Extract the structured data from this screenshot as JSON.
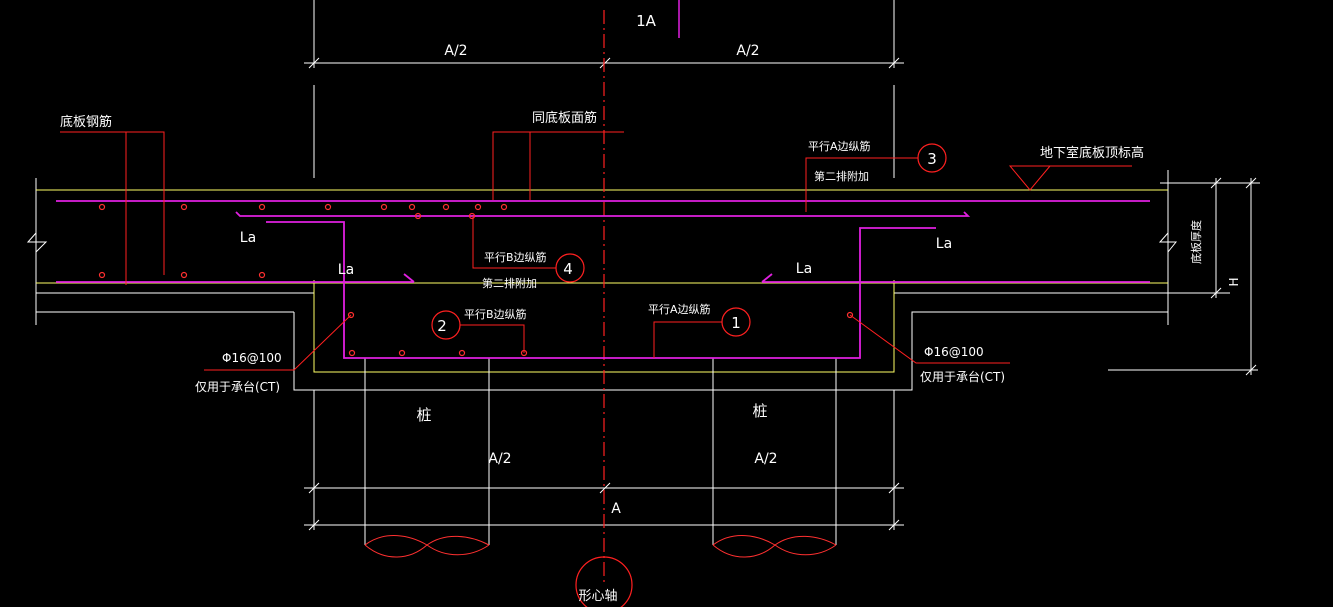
{
  "colors": {
    "background": "#000000",
    "dimension": "#ffffff",
    "rebar": "#e020e0",
    "leader": "#ff2020",
    "slab_top": "#ffff66",
    "cap_outline": "#ffff66"
  },
  "labels": {
    "top_section": "1A",
    "half_span_left": "A/2",
    "half_span_right": "A/2",
    "half_span_bottom_left": "A/2",
    "half_span_bottom_right": "A/2",
    "full_span": "A",
    "floor_rebar": "底板钢筋",
    "same_as_slab_top_rebar": "同底板面筋",
    "parallel_a_edge_rebar": "平行A边纵筋",
    "second_row_addition": "第二排附加",
    "basement_floor_top_elev": "地下室底板顶标高",
    "parallel_b_edge_rebar": "平行B边纵筋",
    "slab_thickness": "底板厚度",
    "height": "H",
    "anchorage_left_top": "La",
    "anchorage_left_mid": "La",
    "anchorage_right_mid": "La",
    "anchorage_right_top": "La",
    "stirrup_left": "Φ16@100",
    "stirrup_left_note": "仅用于承台(CT)",
    "stirrup_right": "Φ16@100",
    "stirrup_right_note": "仅用于承台(CT)",
    "pile_left": "桩",
    "pile_right": "桩",
    "centroid_axis": "形心轴"
  },
  "markers": {
    "m1": "1",
    "m2": "2",
    "m3": "3",
    "m4": "4"
  }
}
